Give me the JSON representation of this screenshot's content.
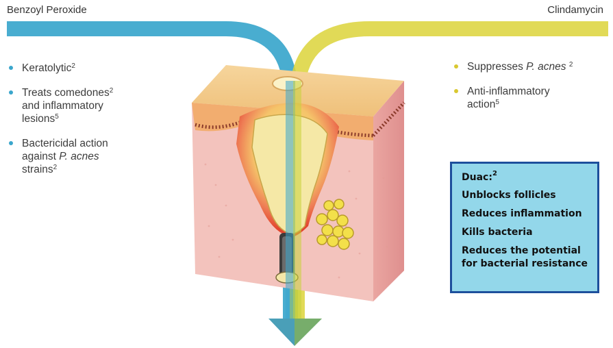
{
  "left": {
    "drug_label": "Benzoyl Peroxide",
    "color": "#3aa6cc",
    "bullets": [
      {
        "text": "Keratolytic",
        "ref": "2"
      },
      {
        "text_line1": "Treats comedones",
        "ref1": "2",
        "text_line2": "and inflammatory",
        "text_line3": "lesions",
        "ref3": "5"
      },
      {
        "text_line1": "Bactericidal action",
        "text_line2_pre": "against ",
        "text_line2_italic": "P. acnes",
        "text_line3": "strains",
        "ref3": "2"
      }
    ]
  },
  "right": {
    "drug_label": "Clindamycin",
    "color": "#d9d23a",
    "bullets": [
      {
        "text_pre": "Suppresses ",
        "text_italic": "P. acnes",
        "ref": "2"
      },
      {
        "text_line1": "Anti-inflammatory",
        "text_line2": "action",
        "ref2": "5"
      }
    ]
  },
  "duac_box": {
    "title": "Duac:",
    "title_ref": "2",
    "items": [
      "Unblocks follicles",
      "Reduces inflammation",
      "Kills bacteria",
      "Reduces the potential",
      "for bacterial resistance"
    ],
    "background": "#93d7ea",
    "border": "#1d4f9c"
  },
  "illustration": {
    "subject": "skin-cross-section-with-blocked-follicle",
    "colors": {
      "surface": "#f3c98a",
      "dermis": "#f2b7b1",
      "inflammation": "#e2452e",
      "sebum": "#f5e8a6"
    }
  }
}
